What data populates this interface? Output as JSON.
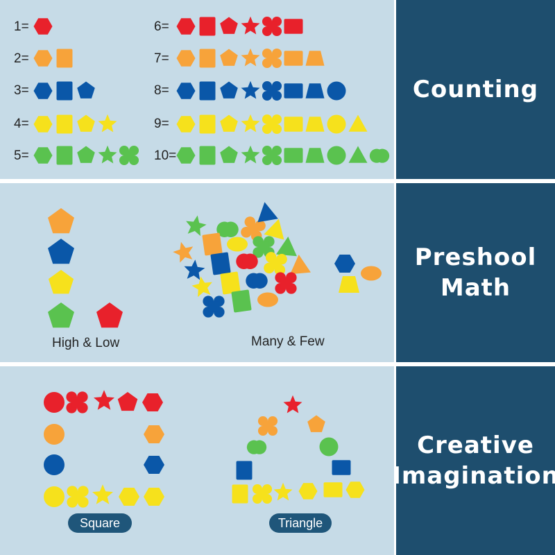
{
  "counting": {
    "labels": [
      "1=",
      "2=",
      "3=",
      "4=",
      "5=",
      "6=",
      "7=",
      "8=",
      "9=",
      "10="
    ],
    "title": "Counting"
  },
  "preschool": {
    "title": "Preshool Math",
    "high_low_label": "High & Low",
    "many_few_label": "Many & Few"
  },
  "creative": {
    "title": "Creative Imagination",
    "square_label": "Square",
    "triangle_label": "Triangle"
  },
  "colors": {
    "red": "#e8212b",
    "orange": "#f7a33a",
    "blue": "#0a57a8",
    "yellow": "#f6e11c",
    "green": "#5ac24f",
    "panel_bg": "#c6dbe7",
    "side_bg": "#1e4e6e",
    "pill_bg": "#1f567a"
  }
}
